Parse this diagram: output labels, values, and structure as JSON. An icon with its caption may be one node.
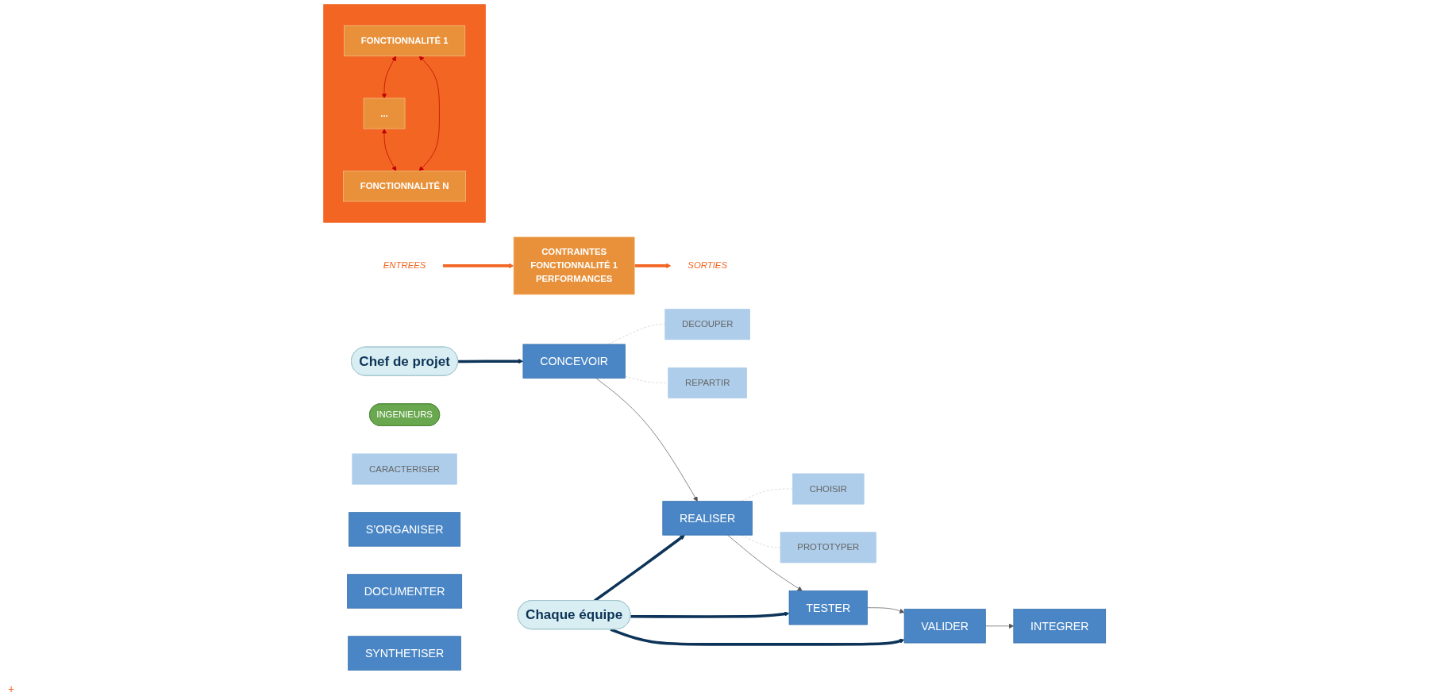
{
  "diagram": {
    "nodes": [
      {
        "text": [
          "Chef de projet"
        ]
      },
      {
        "text": [],
        "shape": "box"
      },
      {
        "text": [
          "FONCTIONNALITÉ 1"
        ],
        "in": 1
      },
      {
        "text": [
          "..."
        ],
        "in": 1
      },
      {
        "text": [
          "FONCTIONNALITÉ N"
        ],
        "in": 1
      },
      {
        "text": [
          "Chaque équipe"
        ]
      },
      {
        "text": [
          "ENTREES"
        ]
      },
      {
        "text": [
          "CONTRAINTES",
          "FONCTIONNALITÉ 1",
          "PERFORMANCES"
        ]
      },
      {
        "text": [
          "SORTIES"
        ]
      },
      {
        "text": [
          "INGENIEURS"
        ]
      },
      {
        "text": [
          "CONCEVOIR"
        ]
      },
      {
        "text": [
          "DECOUPER"
        ]
      },
      {
        "text": [
          "REPARTIR"
        ]
      },
      {
        "text": [
          "REALISER"
        ]
      },
      {
        "text": [
          "CHOISIR"
        ]
      },
      {
        "text": [
          "PROTOTYPER"
        ]
      },
      {
        "text": [
          "TESTER"
        ]
      },
      {
        "text": [
          "CARACTERISER"
        ]
      },
      {
        "text": [
          "VALIDER"
        ]
      },
      {
        "text": [
          "INTEGRER"
        ]
      },
      {
        "text": [
          "S’ORGANISER"
        ]
      },
      {
        "text": [
          "DOCUMENTER"
        ]
      },
      {
        "text": [
          "SYNTHETISER"
        ]
      }
    ],
    "edges": [
      {
        "from": 0,
        "to": 10,
        "arrow": "to",
        "style": "thick",
        "color": "#0d3458"
      },
      {
        "from": 2,
        "to": 3,
        "arrow": "both",
        "color": "#c00000"
      },
      {
        "from": 3,
        "to": 4,
        "arrow": "both",
        "color": "#c00000"
      },
      {
        "from": 2,
        "to": 4,
        "arrow": "both",
        "color": "#c00000"
      },
      {
        "from": 5,
        "to": 13,
        "arrow": "to",
        "style": "thick",
        "color": "#0d3458"
      },
      {
        "from": 5,
        "to": 16,
        "arrow": "to",
        "style": "thick",
        "color": "#0d3458"
      },
      {
        "from": 5,
        "to": 18,
        "arrow": "to",
        "style": "thick",
        "color": "#0d3458"
      },
      {
        "from": 6,
        "to": 7,
        "arrow": "to",
        "style": "thick",
        "color": "#f26522"
      },
      {
        "from": 7,
        "to": 8,
        "arrow": "to",
        "style": "thick",
        "color": "#f26522"
      },
      {
        "from": 10,
        "to": 13,
        "arrow": "to"
      },
      {
        "from": 13,
        "to": 16,
        "arrow": "to"
      },
      {
        "from": 16,
        "to": 18,
        "arrow": "to"
      },
      {
        "from": 18,
        "to": 19,
        "arrow": "to"
      },
      {
        "from": 10,
        "to": 11,
        "arrow": "none",
        "style": "dashed",
        "color": "#cccccc"
      },
      {
        "from": 10,
        "to": 12,
        "arrow": "none",
        "style": "dashed",
        "color": "#cccccc"
      },
      {
        "from": 13,
        "to": 14,
        "arrow": "none",
        "style": "dashed",
        "color": "#cccccc"
      },
      {
        "from": 13,
        "to": 15,
        "arrow": "none",
        "style": "dashed",
        "color": "#cccccc"
      }
    ],
    "labels": [
      "+"
    ]
  }
}
